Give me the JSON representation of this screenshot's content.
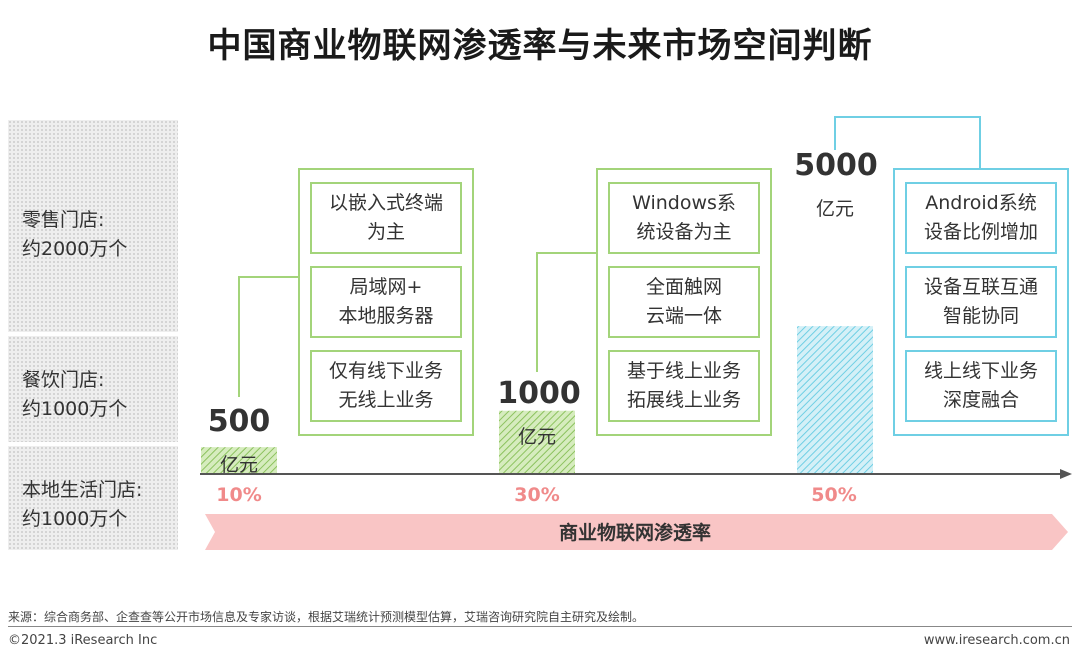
{
  "title": "中国商业物联网渗透率与未来市场空间判断",
  "store_types": [
    {
      "line1": "零售门店:",
      "line2": "约2000万个"
    },
    {
      "line1": "餐饮门店:",
      "line2": "约1000万个"
    },
    {
      "line1": "本地生活门店:",
      "line2": "约1000万个"
    }
  ],
  "chart_data": {
    "type": "bar",
    "title": "中国商业物联网渗透率与未来市场空间判断",
    "xlabel": "商业物联网渗透率",
    "ylabel": "",
    "categories": [
      "10%",
      "30%",
      "50%"
    ],
    "values": [
      500,
      1000,
      5000
    ],
    "unit": "亿元",
    "colors": {
      "green": "#a3d47a",
      "blue": "#6fcfe4",
      "band": "#f9c5c5",
      "pct": "#f08a8a"
    }
  },
  "bars": [
    {
      "value": "500",
      "unit": "亿元"
    },
    {
      "value": "1000",
      "unit": "亿元"
    },
    {
      "value": "5000",
      "unit": "亿元"
    }
  ],
  "stages": [
    {
      "items": [
        {
          "line1": "以嵌入式终端",
          "line2": "为主"
        },
        {
          "line1": "局域网+",
          "line2": "本地服务器"
        },
        {
          "line1": "仅有线下业务",
          "line2": "无线上业务"
        }
      ]
    },
    {
      "items": [
        {
          "line1": "Windows系",
          "line2": "统设备为主"
        },
        {
          "line1": "全面触网",
          "line2": "云端一体"
        },
        {
          "line1": "基于线上业务",
          "line2": "拓展线上业务"
        }
      ]
    },
    {
      "items": [
        {
          "line1": "Android系统",
          "line2": "设备比例增加"
        },
        {
          "line1": "设备互联互通",
          "line2": "智能协同"
        },
        {
          "line1": "线上线下业务",
          "line2": "深度融合"
        }
      ]
    }
  ],
  "axis_label": "商业物联网渗透率",
  "source": "来源：综合商务部、企查查等公开市场信息及专家访谈，根据艾瑞统计预测模型估算，艾瑞咨询研究院自主研究及绘制。",
  "copyright": "©2021.3 iResearch Inc",
  "website": "www.iresearch.com.cn"
}
